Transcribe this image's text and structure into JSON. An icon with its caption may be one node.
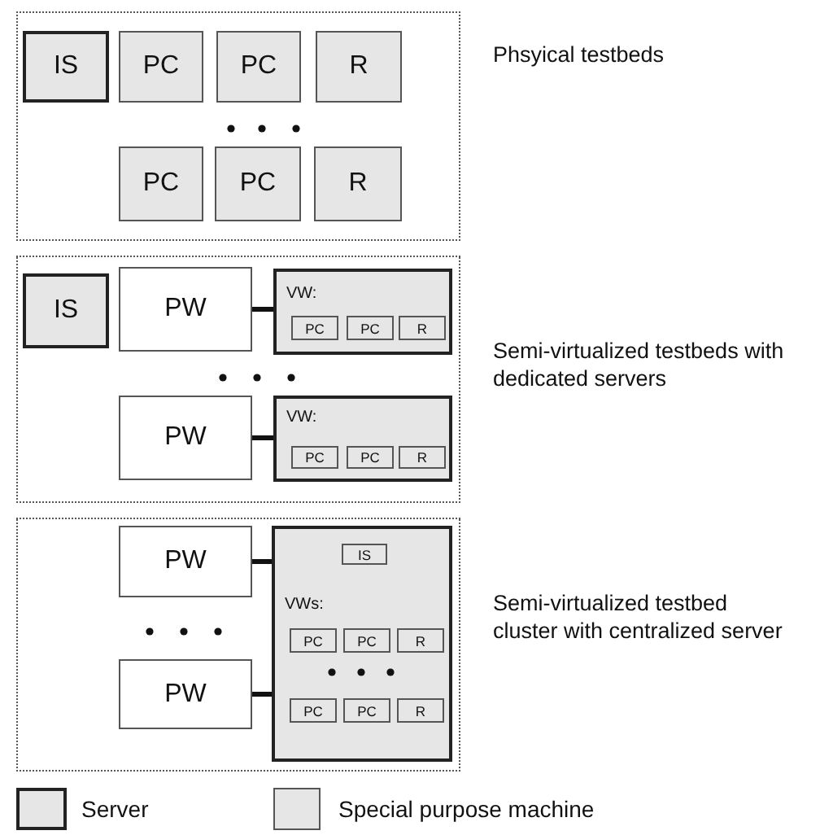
{
  "diagram": {
    "nodes": [
      {
        "text": [
          "Phsyical testbeds"
        ]
      },
      {
        "text": [
          "IS"
        ],
        "in": 0
      },
      {
        "text": [
          "PC"
        ],
        "in": 0
      },
      {
        "text": [
          "PC"
        ],
        "in": 0
      },
      {
        "text": [
          "R"
        ],
        "in": 0
      },
      {
        "text": [
          "PC"
        ],
        "in": 0
      },
      {
        "text": [
          "PC"
        ],
        "in": 0
      },
      {
        "text": [
          "R"
        ],
        "in": 0
      },
      {
        "text": [
          "Semi-virtualized testbeds with dedicated servers"
        ]
      },
      {
        "text": [
          "IS"
        ],
        "in": 8
      },
      {
        "text": [
          "PW"
        ],
        "in": 8
      },
      {
        "text": [
          "VW:"
        ],
        "in": 8
      },
      {
        "text": [
          "PC"
        ],
        "in": 11
      },
      {
        "text": [
          "PC"
        ],
        "in": 11
      },
      {
        "text": [
          "R"
        ],
        "in": 11
      },
      {
        "text": [
          "PW"
        ],
        "in": 8
      },
      {
        "text": [
          "VW:"
        ],
        "in": 8
      },
      {
        "text": [
          "PC"
        ],
        "in": 16
      },
      {
        "text": [
          "PC"
        ],
        "in": 16
      },
      {
        "text": [
          "R"
        ],
        "in": 16
      },
      {
        "text": [
          "Semi-virtualized testbed cluster with centralized server"
        ]
      },
      {
        "text": [
          "PW"
        ],
        "in": 20
      },
      {
        "text": [
          "PW"
        ],
        "in": 20
      },
      {
        "text": [
          "VWs:"
        ],
        "in": 20
      },
      {
        "text": [
          "IS"
        ],
        "in": 23
      },
      {
        "text": [
          "PC"
        ],
        "in": 23
      },
      {
        "text": [
          "PC"
        ],
        "in": 23
      },
      {
        "text": [
          "R"
        ],
        "in": 23
      },
      {
        "text": [
          "PC"
        ],
        "in": 23
      },
      {
        "text": [
          "PC"
        ],
        "in": 23
      },
      {
        "text": [
          "R"
        ],
        "in": 23
      }
    ],
    "edges": [
      {
        "from": 10,
        "to": 11,
        "arrow": "none"
      },
      {
        "from": 15,
        "to": 16,
        "arrow": "none"
      },
      {
        "from": 21,
        "to": 23,
        "arrow": "none"
      },
      {
        "from": 22,
        "to": 23,
        "arrow": "none"
      }
    ],
    "legend": [
      {
        "text": "Server",
        "color": "#e6e6e6"
      },
      {
        "text": "Special purpose machine",
        "color": "#e6e6e6"
      }
    ]
  }
}
